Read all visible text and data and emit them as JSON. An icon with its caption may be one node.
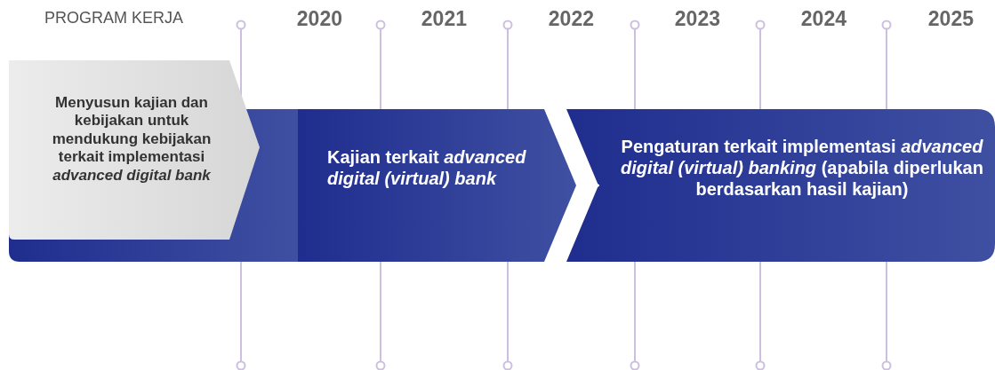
{
  "diagram": {
    "nodes": [
      {
        "text": [
          "Menyusun kajian dan kebijakan untuk mendukung kebijakan terkait implementasi *advanced digital bank*"
        ]
      },
      {
        "text": [
          "Kajian terkait *advanced digital (virtual) bank*"
        ]
      },
      {
        "text": [
          "Pengaturan terkait implementasi *advanced digital (virtual) banking* (apabila diperlukan berdasarkan hasil kajian)"
        ]
      }
    ],
    "edges": [
      {
        "from": 1,
        "to": 2,
        "arrow": "to"
      }
    ],
    "labels": [
      "PROGRAM KERJA",
      "2020",
      "2021",
      "2022",
      "2023",
      "2024",
      "2025"
    ]
  }
}
